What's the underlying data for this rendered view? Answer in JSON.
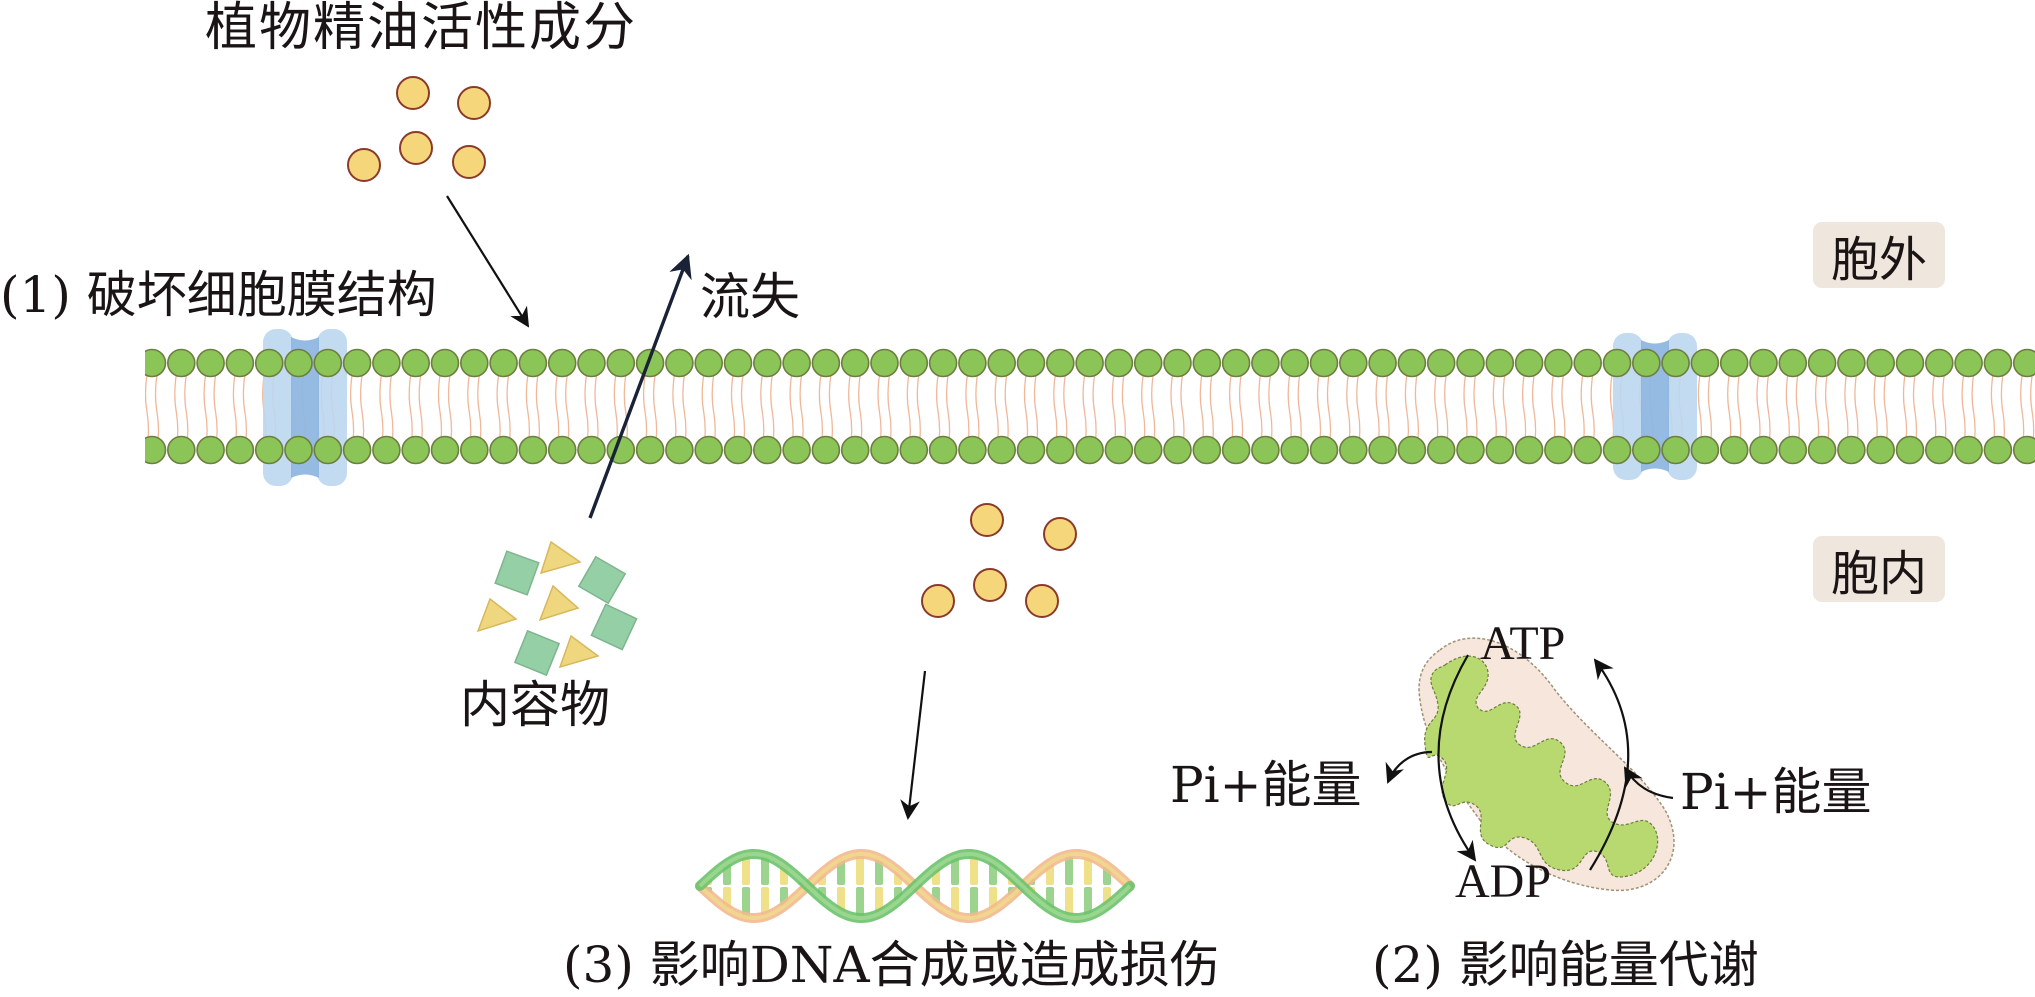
{
  "title": "植物精油活性成分",
  "labels": {
    "mechanism_1": "(1) 破坏细胞膜结构",
    "loss": "流失",
    "contents": "内容物",
    "extracellular": "胞外",
    "intracellular": "胞内",
    "atp": "ATP",
    "adp": "ADP",
    "pi_energy_left": "Pi+能量",
    "pi_energy_right": "Pi+能量",
    "mechanism_3": "(3) 影响DNA合成或造成损伤",
    "mechanism_2": "(2) 影响能量代谢"
  },
  "colors": {
    "lipid_head": "#8cc557",
    "lipid_head_stroke": "#6e7d40",
    "lipid_tail": "#f0b89a",
    "channel_light": "#bcd7ee",
    "channel_dark": "#8fb7e0",
    "particle_fill": "#f6d67a",
    "particle_stroke": "#8a3a2a",
    "content_square": "#94cfa6",
    "content_triangle": "#eed77f",
    "badge_bg": "#efe6dd",
    "mito_outer": "#f6e6dc",
    "mito_inner": "#b8d96f",
    "arrow": "#111111",
    "loss_arrow": "#1a2238"
  },
  "icons": {
    "particle": "essential-oil-particle-icon",
    "membrane": "phospholipid-bilayer-icon",
    "channel": "membrane-channel-protein-icon",
    "contents": "cell-contents-icon",
    "dna": "dna-double-helix-icon",
    "mitochondrion": "mitochondrion-icon"
  }
}
